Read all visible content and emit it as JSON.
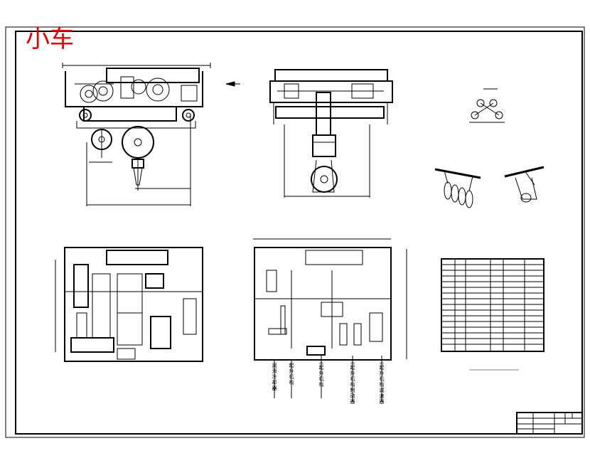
{
  "title": "小车",
  "colors": {
    "title": "#e00000",
    "line": "#000000",
    "paper": "#ffffff"
  },
  "plan_labels": [
    "润滑冷却器",
    "起升机构",
    "主起升机构",
    "主起升机构制动器",
    "主起升机构减速器"
  ]
}
